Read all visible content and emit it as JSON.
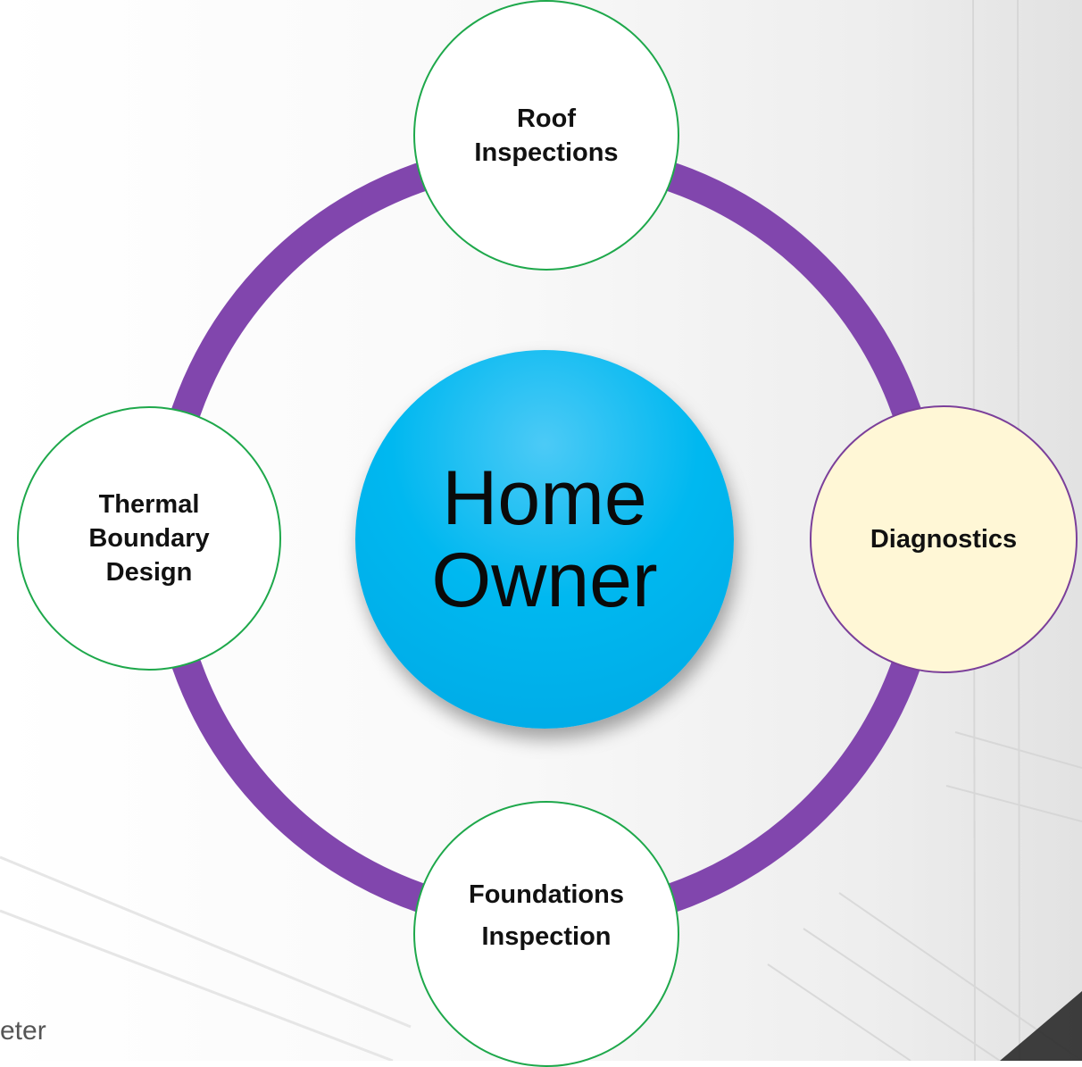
{
  "diagram": {
    "center": {
      "line1": "Home",
      "line2": "Owner"
    },
    "nodes": {
      "top": {
        "line1": "Roof",
        "line2": "Inspections"
      },
      "left": {
        "line1": "Thermal",
        "line2": "Boundary",
        "line3": "Design"
      },
      "right": {
        "line1": "Diagnostics"
      },
      "bottom": {
        "line1": "Foundations",
        "line2": "Inspection"
      }
    },
    "colors": {
      "ring": "#8146ad",
      "center_fill": "#00b8f0",
      "node_border": "#1ea84b",
      "highlight_fill": "#fff7d6",
      "highlight_border": "#7b3f9a"
    }
  },
  "footer": {
    "partial_text": "eter"
  }
}
